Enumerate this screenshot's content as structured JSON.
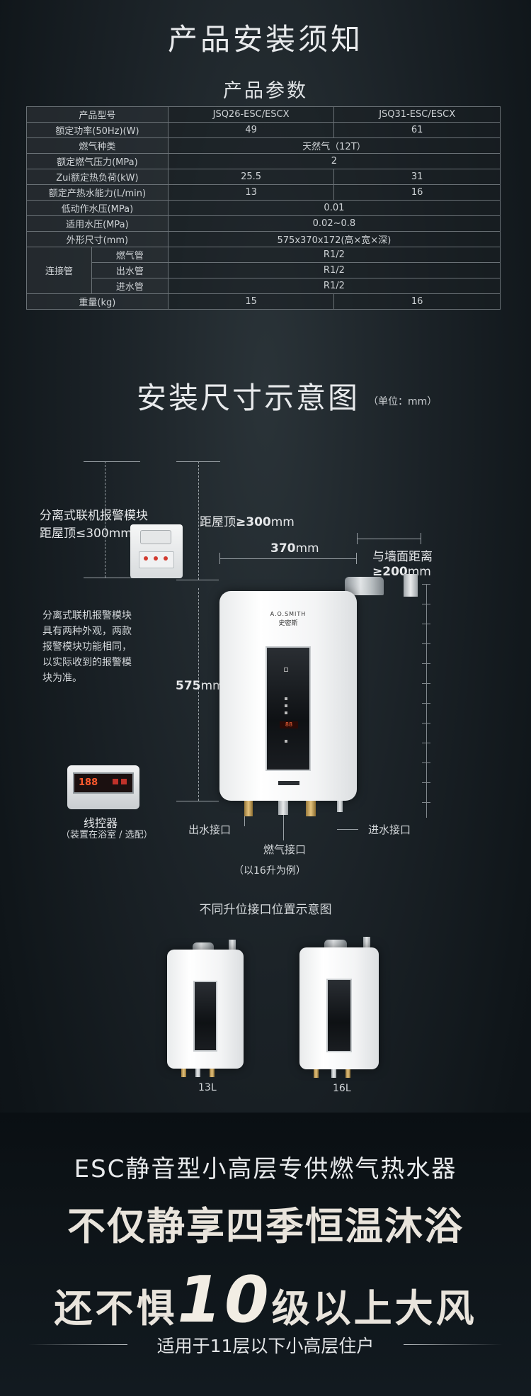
{
  "header": {
    "title": "产品安装须知",
    "subtitle": "产品参数"
  },
  "spec_table": {
    "model_label": "产品型号",
    "model_a": "JSQ26-ESC/ESCX",
    "model_b": "JSQ31-ESC/ESCX",
    "rows": [
      {
        "label": "额定功率(50Hz)(W)",
        "a": "49",
        "b": "61"
      },
      {
        "label": "燃气种类",
        "merged": "天然气（12T）"
      },
      {
        "label": "额定燃气压力(MPa)",
        "merged": "2"
      },
      {
        "label": "Zui额定热负荷(kW)",
        "a": "25.5",
        "b": "31"
      },
      {
        "label": "额定产热水能力(L/min)",
        "a": "13",
        "b": "16"
      },
      {
        "label": "低动作水压(MPa)",
        "merged": "0.01"
      },
      {
        "label": "适用水压(MPa)",
        "merged": "0.02~0.8"
      },
      {
        "label": "外形尺寸(mm)",
        "merged": "575x370x172(高×宽×深)"
      }
    ],
    "connection_group": "连接管",
    "connection_rows": [
      {
        "label": "燃气管",
        "value": "R1/2"
      },
      {
        "label": "出水管",
        "value": "R1/2"
      },
      {
        "label": "进水管",
        "value": "R1/2"
      }
    ],
    "weight": {
      "label": "重量(kg)",
      "a": "15",
      "b": "16"
    }
  },
  "install": {
    "title": "安装尺寸示意图",
    "unit": "（单位：mm）",
    "module_title_1": "分离式联机报警模块",
    "module_title_2": "距屋顶≤300mm",
    "roof_dist_prefix": "距屋顶",
    "roof_dist_value": "≥300",
    "roof_dist_unit": "mm",
    "width_value": "370",
    "width_unit": "mm",
    "wall_title": "与墙面距离",
    "wall_value": "≥200",
    "wall_unit": "mm",
    "height_value": "575",
    "height_unit": "mm",
    "module_note": [
      "分离式联机报警模块",
      "具有两种外观，两款",
      "报警模块功能相同，",
      "以实际收到的报警模",
      "块为准。"
    ],
    "brand_small": "A.O.SMITH",
    "brand_cn": "史密斯",
    "controller_label": "线控器",
    "controller_note": "（装置在浴室 / 选配）",
    "controller_temp": "188",
    "outlet_label": "出水接口",
    "inlet_label": "进水接口",
    "gas_label": "燃气接口",
    "example_note": "（以16升为例）",
    "compare_title": "不同升位接口位置示意图",
    "model_13": "13L",
    "model_16": "16L"
  },
  "footer": {
    "line1": "ESC静音型小高层专供燃气热水器",
    "line2": "不仅静享四季恒温沐浴",
    "line3_pre": "还不惧",
    "line3_num": "10",
    "line3_post": "级以上大风",
    "line4": "适用于11层以下小高层住户"
  }
}
